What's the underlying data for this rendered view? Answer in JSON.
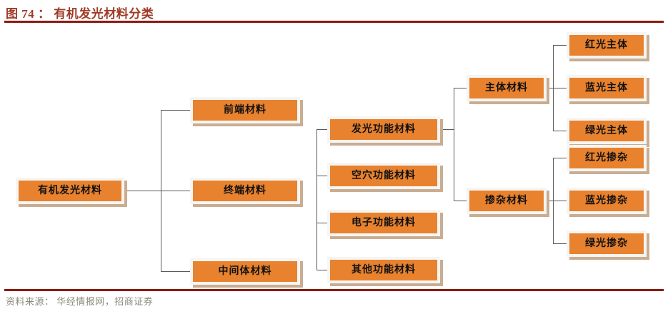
{
  "header": {
    "figure_label": "图",
    "figure_number": "74",
    "separator": "：",
    "title": "有机发光材料分类",
    "full_title": "图 74 ： 有机发光材料分类"
  },
  "footer": {
    "source_text": "资料来源： 华经情报网，招商证券"
  },
  "colors": {
    "node_fill": "#E8822E",
    "node_border": "#F7F5F2",
    "node_shadow": "#C8AD93",
    "connector": "#5A5A5A",
    "rule": "#8B1A11",
    "title_text": "#9E3A26",
    "source_text": "#8A8A7C",
    "node_text": "#111111"
  },
  "diagram": {
    "type": "tree",
    "orientation": "left-to-right",
    "root": {
      "label": "有机发光材料"
    },
    "level2": [
      {
        "label": "前端材料"
      },
      {
        "label": "终端材料"
      },
      {
        "label": "中间体材料"
      }
    ],
    "functional_group": [
      {
        "label": "发光功能材料"
      },
      {
        "label": "空穴功能材料"
      },
      {
        "label": "电子功能材料"
      },
      {
        "label": "其他功能材料"
      }
    ],
    "emissive_children": [
      {
        "label": "主体材料"
      },
      {
        "label": "掺杂材料"
      }
    ],
    "host_children": [
      {
        "label": "红光主体"
      },
      {
        "label": "蓝光主体"
      },
      {
        "label": "绿光主体"
      }
    ],
    "dopant_children": [
      {
        "label": "红光掺杂"
      },
      {
        "label": "蓝光掺杂"
      },
      {
        "label": "绿光掺杂"
      }
    ]
  }
}
